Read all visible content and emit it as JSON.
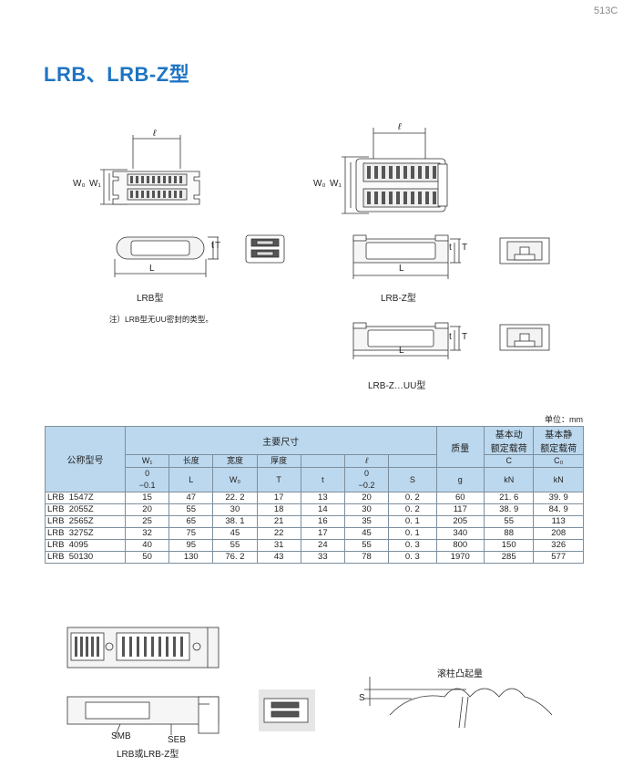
{
  "page_number": "513C",
  "title": "LRB、LRB-Z型",
  "figures": {
    "ell": "ℓ",
    "w0": "W₀",
    "w1": "W₁",
    "t": "t",
    "T": "T",
    "L": "L",
    "lrb_caption": "LRB型",
    "lrbz_caption": "LRB-Z型",
    "lrbzuu_caption": "LRB-Z…UU型",
    "note": "注）LRB型无UU密封的类型。"
  },
  "table": {
    "unit": "单位：mm",
    "headers": {
      "model": "公称型号",
      "main_dims": "主要尺寸",
      "mass": "质量",
      "dyn_load_1": "基本动",
      "dyn_load_2": "额定载荷",
      "stat_load_1": "基本静",
      "stat_load_2": "额定载荷"
    },
    "sub_headers": [
      {
        "name": "W₁",
        "line2": "0",
        "line3": "−0.1"
      },
      {
        "name": "长度",
        "line2": "L",
        "line3": ""
      },
      {
        "name": "宽度",
        "line2": "W₀",
        "line3": ""
      },
      {
        "name": "厚度",
        "line2": "T",
        "line3": ""
      },
      {
        "name": "",
        "line2": "t",
        "line3": ""
      },
      {
        "name": "ℓ",
        "line2": "0",
        "line3": "−0.2"
      },
      {
        "name": "",
        "line2": "S",
        "line3": ""
      }
    ],
    "units_row": {
      "mass": "g",
      "dyn": "C",
      "dyn_unit": "kN",
      "stat": "C₀",
      "stat_unit": "kN"
    },
    "rows": [
      [
        "LRB  1547Z",
        "15",
        "47",
        "22. 2",
        "17",
        "13",
        "20",
        "0. 2",
        "60",
        "21. 6",
        "39. 9"
      ],
      [
        "LRB  2055Z",
        "20",
        "55",
        "30",
        "18",
        "14",
        "30",
        "0. 2",
        "117",
        "38. 9",
        "84. 9"
      ],
      [
        "LRB  2565Z",
        "25",
        "65",
        "38. 1",
        "21",
        "16",
        "35",
        "0. 1",
        "205",
        "55",
        "113"
      ],
      [
        "LRB  3275Z",
        "32",
        "75",
        "45",
        "22",
        "17",
        "45",
        "0. 1",
        "340",
        "88",
        "208"
      ],
      [
        "LRB  4095",
        "40",
        "95",
        "55",
        "31",
        "24",
        "55",
        "0. 3",
        "800",
        "150",
        "326"
      ],
      [
        "LRB  50130",
        "50",
        "130",
        "76. 2",
        "43",
        "33",
        "78",
        "0. 3",
        "1970",
        "285",
        "577"
      ]
    ]
  },
  "bottom": {
    "smb": "SMB",
    "seb": "SEB",
    "caption": "LRB或LRB-Z型",
    "roller_label": "滚柱凸起量",
    "s": "S"
  }
}
